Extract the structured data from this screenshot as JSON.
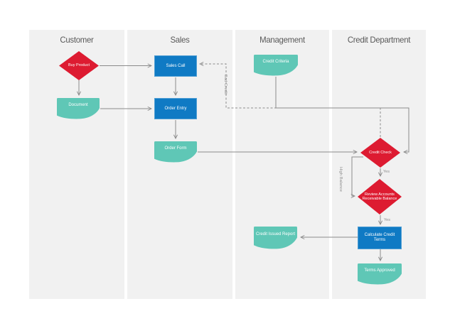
{
  "colors": {
    "decision": "#dd1b31",
    "process": "#0f7ac4",
    "document": "#5fc7b6",
    "lane": "#f1f1f1",
    "line": "#8a8a8a",
    "label": "#8c8c8c",
    "header": "#595959"
  },
  "lanes": [
    {
      "label": "Customer"
    },
    {
      "label": "Sales"
    },
    {
      "label": "Management"
    },
    {
      "label": "Credit Department"
    }
  ],
  "nodes": {
    "buy_product": {
      "label": "Buy Product",
      "type": "decision"
    },
    "customer_document": {
      "label": "Document",
      "type": "document"
    },
    "sales_call": {
      "label": "Sales Call",
      "type": "process"
    },
    "order_entry": {
      "label": "Order Entry",
      "type": "process"
    },
    "order_form": {
      "label": "Order Form",
      "type": "document"
    },
    "credit_criteria": {
      "label": "Credit Criteria",
      "type": "document"
    },
    "credit_check": {
      "label": "Credit Check",
      "type": "decision"
    },
    "review_accounts": {
      "label": "Review Accounts Receivable Balance",
      "type": "decision"
    },
    "calculate_credit_terms": {
      "label": "Calculate Credit Terms",
      "type": "process"
    },
    "credit_issued_report": {
      "label": "Credit Issued Report",
      "type": "document"
    },
    "terms_approved": {
      "label": "Terms Approved",
      "type": "document"
    }
  },
  "edge_labels": {
    "bad_credit": "Bad Credit",
    "high_balance": "High Balance",
    "yes_credit_check": "Yes",
    "yes_review": "Yes"
  }
}
